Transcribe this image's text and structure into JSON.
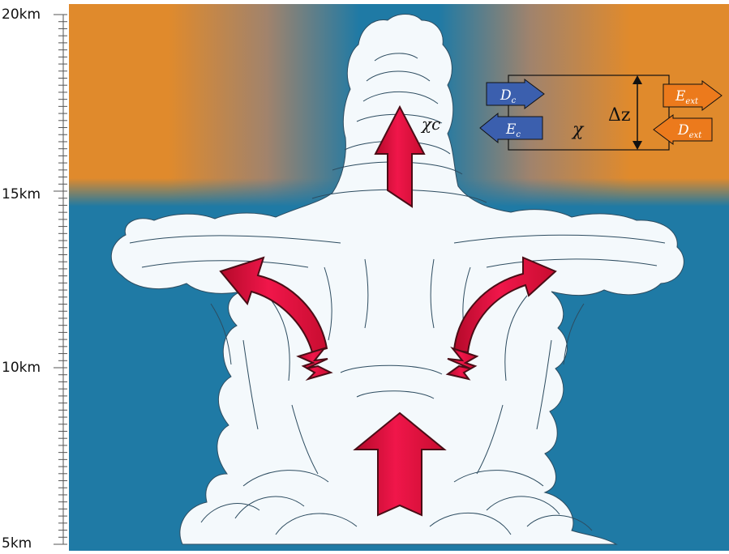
{
  "axis": {
    "labels": [
      "20km",
      "15km",
      "10km",
      "5km"
    ]
  },
  "cloud_label": "χc",
  "box": {
    "chi": "χ",
    "delta_z": "Δz",
    "arrows": {
      "dc": {
        "main": "D",
        "sub": "c"
      },
      "ec": {
        "main": "E",
        "sub": "c"
      },
      "eext": {
        "main": "E",
        "sub": "ext"
      },
      "dext": {
        "main": "D",
        "sub": "ext"
      }
    }
  },
  "colors": {
    "sky_blue": "#1f7aa5",
    "stratosphere_orange": "#e08a2c",
    "cloud": "#f4f9fc",
    "red_arrow": "#e0133a",
    "blue_arrow": "#3b5fae",
    "orange_arrow": "#ec7a1c"
  }
}
